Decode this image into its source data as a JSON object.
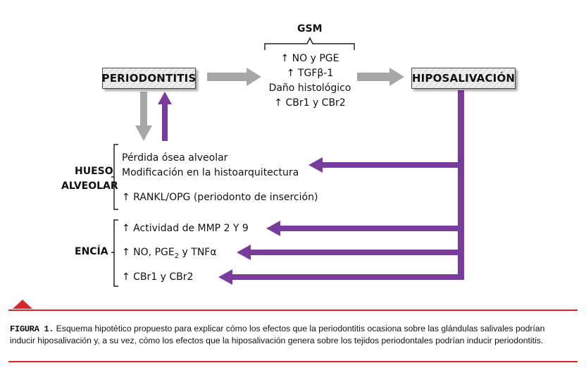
{
  "diagram": {
    "gsm_label": "GSM",
    "gsm_items": [
      "↑ NO y PGE",
      "↑ TGFβ-1",
      "Daño histológico",
      "↑ CBr1 y CBr2"
    ],
    "box_left": "PERIODONTITIS",
    "box_right": "HIPOSALIVACIÓN",
    "hueso_label": [
      "HUESO",
      "ALVEOLAR"
    ],
    "hueso_items": [
      "Pérdida ósea alveolar",
      "Modificación en la histoarquitectura",
      "↑ RANKL/OPG (periodonto de inserción)"
    ],
    "encia_label": "ENCÍA",
    "encia_items": {
      "mmp": "↑ Actividad de MMP 2 Y 9",
      "no_pre": "↑ NO, PGE",
      "no_sub": "2",
      "no_post": " y TNFα",
      "cbr": "↑ CBr1 y CBr2"
    },
    "colors": {
      "purple": "#7a3c9c",
      "gray": "#a6a6a6",
      "accent_red": "#d9262b"
    }
  },
  "caption": {
    "label": "FIGURA 1.",
    "text": " Esquema hipotético propuesto para explicar cómo los efectos que la periodontitis ocasiona sobre las glándulas salivales podrían inducir hiposalivación y, a su vez, cómo los efectos que la hiposalivación genera sobre los tejidos periodontales podrían inducir periodontitis."
  }
}
